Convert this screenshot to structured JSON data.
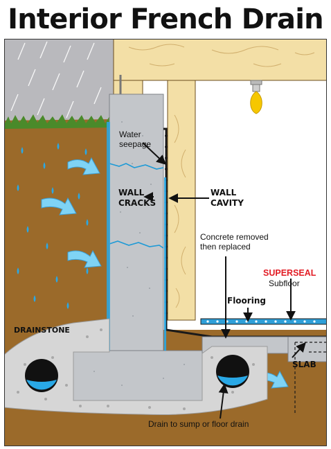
{
  "title": "Interior French Drain",
  "labels": {
    "water_seepage_line1": "Water",
    "water_seepage_line2": "seepage",
    "wall_cracks_line1": "WALL",
    "wall_cracks_line2": "CRACKS",
    "wall_cavity_line1": "WALL",
    "wall_cavity_line2": "CAVITY",
    "concrete_line1": "Concrete removed",
    "concrete_line2": "then replaced",
    "superseal_brand": "SUPERSEAL",
    "superseal_product": "Subfloor",
    "flooring": "Flooring",
    "drainstone": "DRAINSTONE",
    "slab": "SLAB",
    "drain": "Drain to sump or floor drain"
  },
  "colors": {
    "soil": "#9b6a2a",
    "grass": "#4a8a2a",
    "sky": "#b9b9bd",
    "wood": "#f3dfa6",
    "concrete": "#c3c6ca",
    "water": "#1e9ad6",
    "dimple_membrane": "#1a1a1a",
    "drainstone": "#d6d6d6",
    "superseal_red": "#e21d25",
    "subfloor_blue": "#2e9fd8",
    "bulb": "#f6c700"
  },
  "icons": [
    "rain",
    "water-drop",
    "flow-arrow",
    "light-bulb",
    "drain-pipe"
  ]
}
